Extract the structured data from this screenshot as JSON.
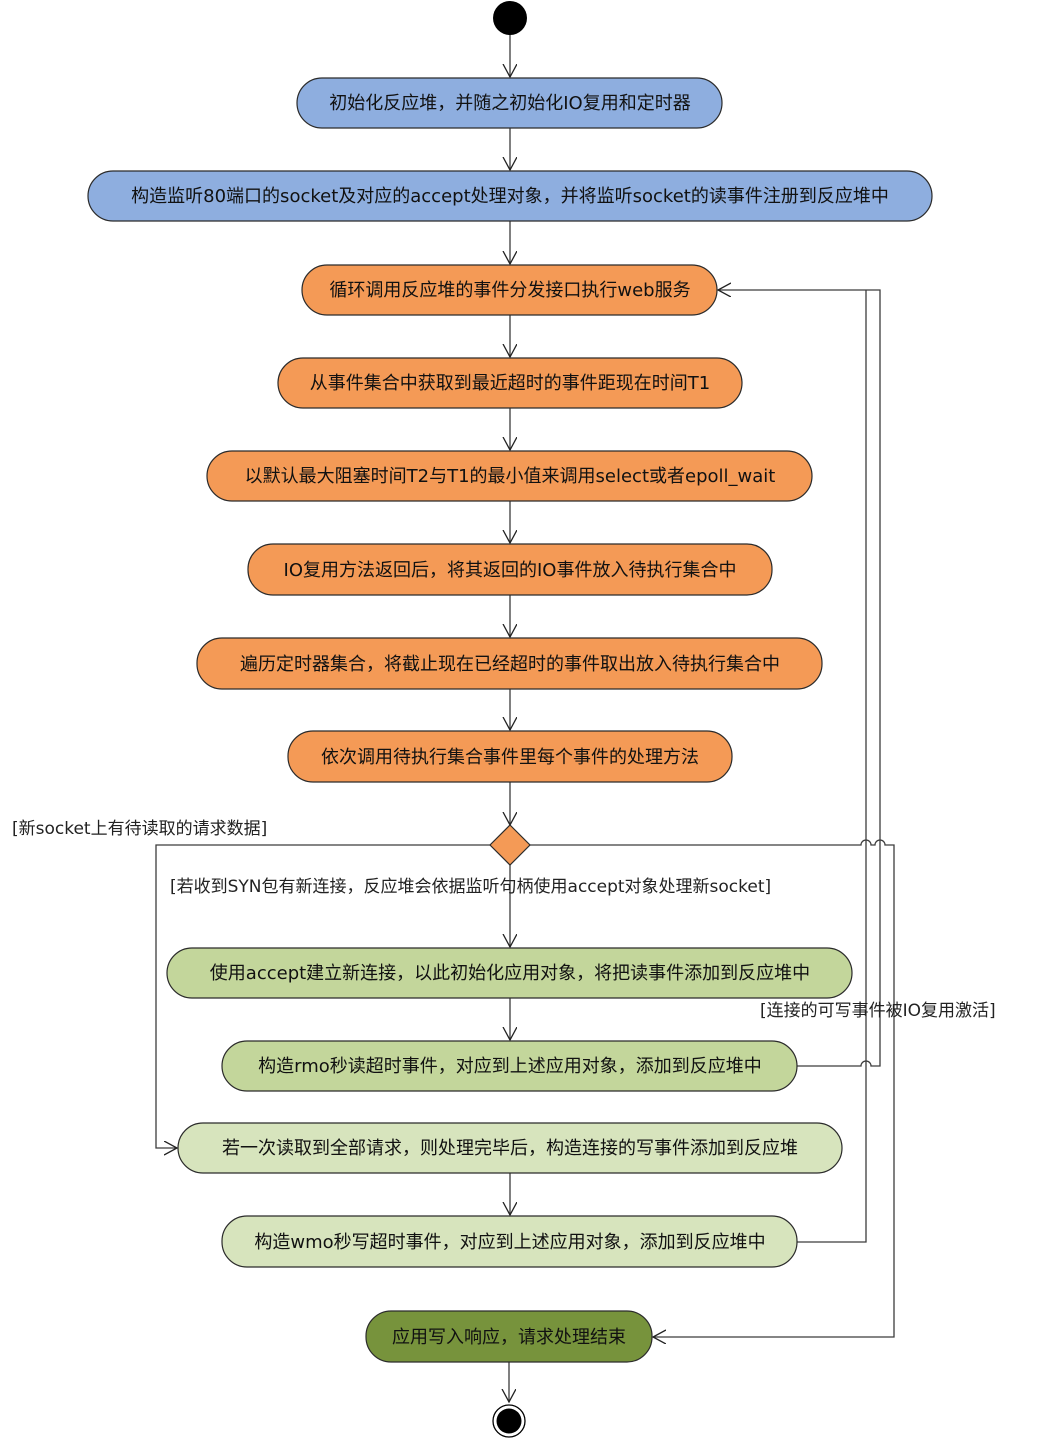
{
  "diagram": {
    "kind": "UML activity diagram",
    "colors": {
      "blue": "#8EAEDF",
      "orange": "#F49A56",
      "green": "#C3D69B",
      "light_green": "#D7E4BD",
      "dark_green": "#77933C",
      "line": "#3c3c3c",
      "terminal": "#000000"
    },
    "nodes": [
      {
        "id": "init",
        "label": "初始化反应堆，并随之初始化IO复用和定时器",
        "color": "blue"
      },
      {
        "id": "listen",
        "label": "构造监听80端口的socket及对应的accept处理对象，并将监听socket的读事件注册到反应堆中",
        "color": "blue"
      },
      {
        "id": "loop",
        "label": "循环调用反应堆的事件分发接口执行web服务",
        "color": "orange"
      },
      {
        "id": "get_t1",
        "label": "从事件集合中获取到最近超时的事件距现在时间T1",
        "color": "orange"
      },
      {
        "id": "select",
        "label": "以默认最大阻塞时间T2与T1的最小值来调用select或者epoll_wait",
        "color": "orange"
      },
      {
        "id": "io_ready",
        "label": "IO复用方法返回后，将其返回的IO事件放入待执行集合中",
        "color": "orange"
      },
      {
        "id": "timers",
        "label": "遍历定时器集合，将截止现在已经超时的事件取出放入待执行集合中",
        "color": "orange"
      },
      {
        "id": "dispatch",
        "label": "依次调用待执行集合事件里每个事件的处理方法",
        "color": "orange"
      },
      {
        "id": "accept",
        "label": "使用accept建立新连接，以此初始化应用对象，将把读事件添加到反应堆中",
        "color": "green"
      },
      {
        "id": "read_timeout",
        "label": "构造rmo秒读超时事件，对应到上述应用对象，添加到反应堆中",
        "color": "green"
      },
      {
        "id": "process",
        "label": "若一次读取到全部请求，则处理完毕后，构造连接的写事件添加到反应堆",
        "color": "light_green"
      },
      {
        "id": "write_timeout",
        "label": "构造wmo秒写超时事件，对应到上述应用对象，添加到反应堆中",
        "color": "light_green"
      },
      {
        "id": "respond",
        "label": "应用写入响应，请求处理结束",
        "color": "dark_green"
      }
    ],
    "guards": {
      "new_data": "[新socket上有待读取的请求数据]",
      "new_conn": "[若收到SYN包有新连接，反应堆会依据监听句柄使用accept对象处理新socket]",
      "writable": "[连接的可写事件被IO复用激活]"
    },
    "edges": [
      {
        "from": "start",
        "to": "init"
      },
      {
        "from": "init",
        "to": "listen"
      },
      {
        "from": "listen",
        "to": "loop"
      },
      {
        "from": "loop",
        "to": "get_t1"
      },
      {
        "from": "get_t1",
        "to": "select"
      },
      {
        "from": "select",
        "to": "io_ready"
      },
      {
        "from": "io_ready",
        "to": "timers"
      },
      {
        "from": "timers",
        "to": "dispatch"
      },
      {
        "from": "dispatch",
        "to": "decision"
      },
      {
        "from": "decision",
        "to": "accept",
        "guard": "new_conn"
      },
      {
        "from": "decision",
        "to": "process",
        "guard": "new_data"
      },
      {
        "from": "decision",
        "to": "respond",
        "guard": "writable"
      },
      {
        "from": "accept",
        "to": "read_timeout"
      },
      {
        "from": "read_timeout",
        "to": "loop"
      },
      {
        "from": "process",
        "to": "write_timeout"
      },
      {
        "from": "write_timeout",
        "to": "loop"
      },
      {
        "from": "respond",
        "to": "end"
      }
    ]
  }
}
